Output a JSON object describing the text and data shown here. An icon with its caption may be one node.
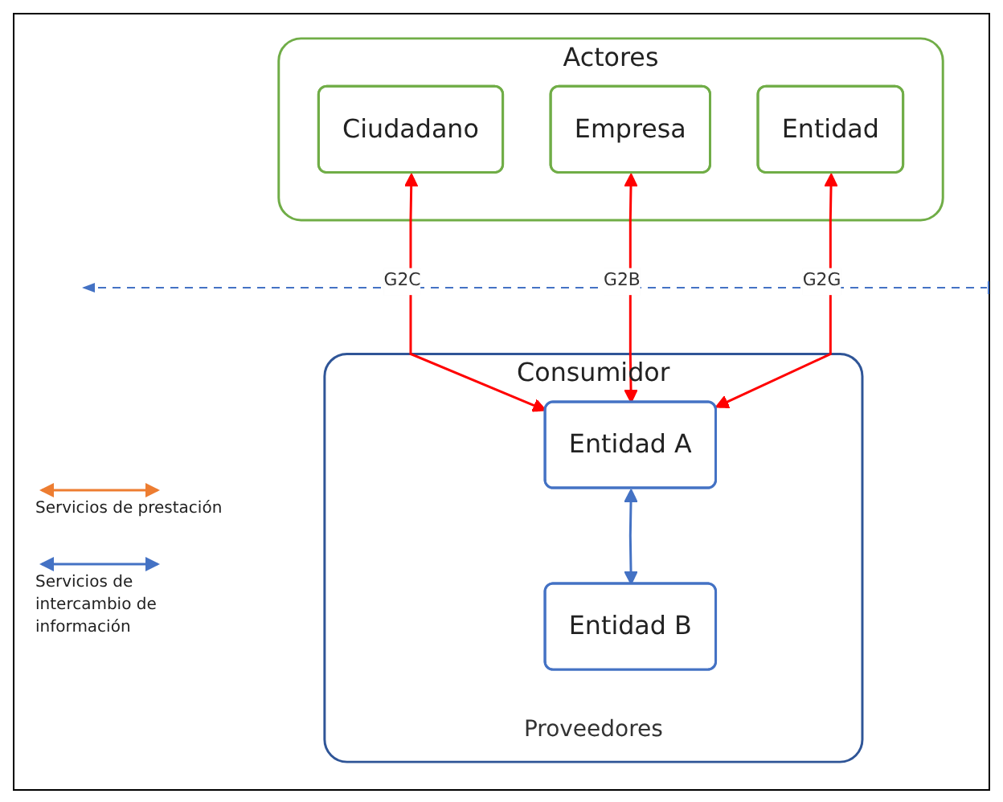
{
  "diagram": {
    "nodes": [
      {
        "text": [
          "Actores"
        ]
      },
      {
        "text": [
          "Ciudadano"
        ],
        "in": 0
      },
      {
        "text": [
          "Empresa"
        ],
        "in": 0
      },
      {
        "text": [
          "Entidad"
        ],
        "in": 0
      },
      {
        "text": [
          "Consumidor",
          "Proveedores"
        ]
      },
      {
        "text": [
          "Entidad A"
        ],
        "in": 4
      },
      {
        "text": [
          "Entidad B"
        ],
        "in": 4
      }
    ],
    "edges": [
      {
        "from": 1,
        "to": 5,
        "arrow": "both",
        "label": "G2C"
      },
      {
        "from": 2,
        "to": 5,
        "arrow": "both",
        "label": "G2B"
      },
      {
        "from": 3,
        "to": 5,
        "arrow": "both",
        "label": "G2G"
      },
      {
        "from": 5,
        "to": 6,
        "arrow": "both",
        "color": "#4472c4"
      }
    ],
    "legend": [
      {
        "text": "Servicios de prestación"
      },
      {
        "text": "Servicios de intercambio de información"
      }
    ]
  }
}
